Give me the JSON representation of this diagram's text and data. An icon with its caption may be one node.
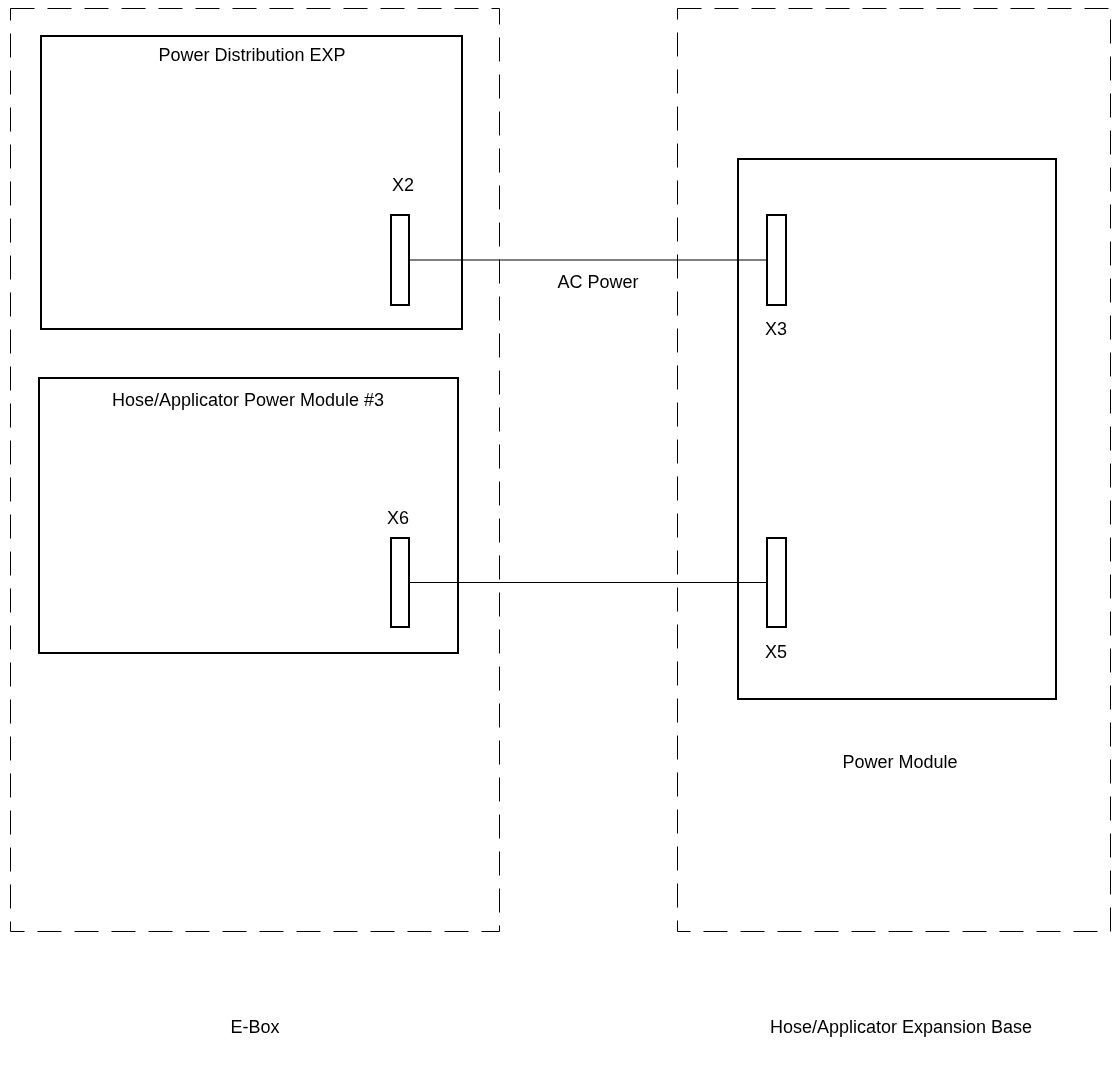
{
  "diagram": {
    "nodes": [
      {
        "text": [
          "E-Box"
        ]
      },
      {
        "text": [
          "Power Distribution EXP"
        ],
        "in": 0
      },
      {
        "text": [
          "X2"
        ],
        "in": 1
      },
      {
        "text": [
          "Hose/Applicator Power Module #3"
        ],
        "in": 0
      },
      {
        "text": [
          "X6"
        ],
        "in": 3
      },
      {
        "text": [
          "Hose/Applicator Expansion Base"
        ]
      },
      {
        "text": [
          "Power Module"
        ],
        "in": 5
      },
      {
        "text": [
          "X3"
        ],
        "in": 6
      },
      {
        "text": [
          "X5"
        ],
        "in": 6
      }
    ],
    "edges": [
      {
        "from": 2,
        "to": 7,
        "arrow": "none",
        "label": "AC Power"
      },
      {
        "from": 4,
        "to": 8,
        "arrow": "none"
      }
    ]
  }
}
